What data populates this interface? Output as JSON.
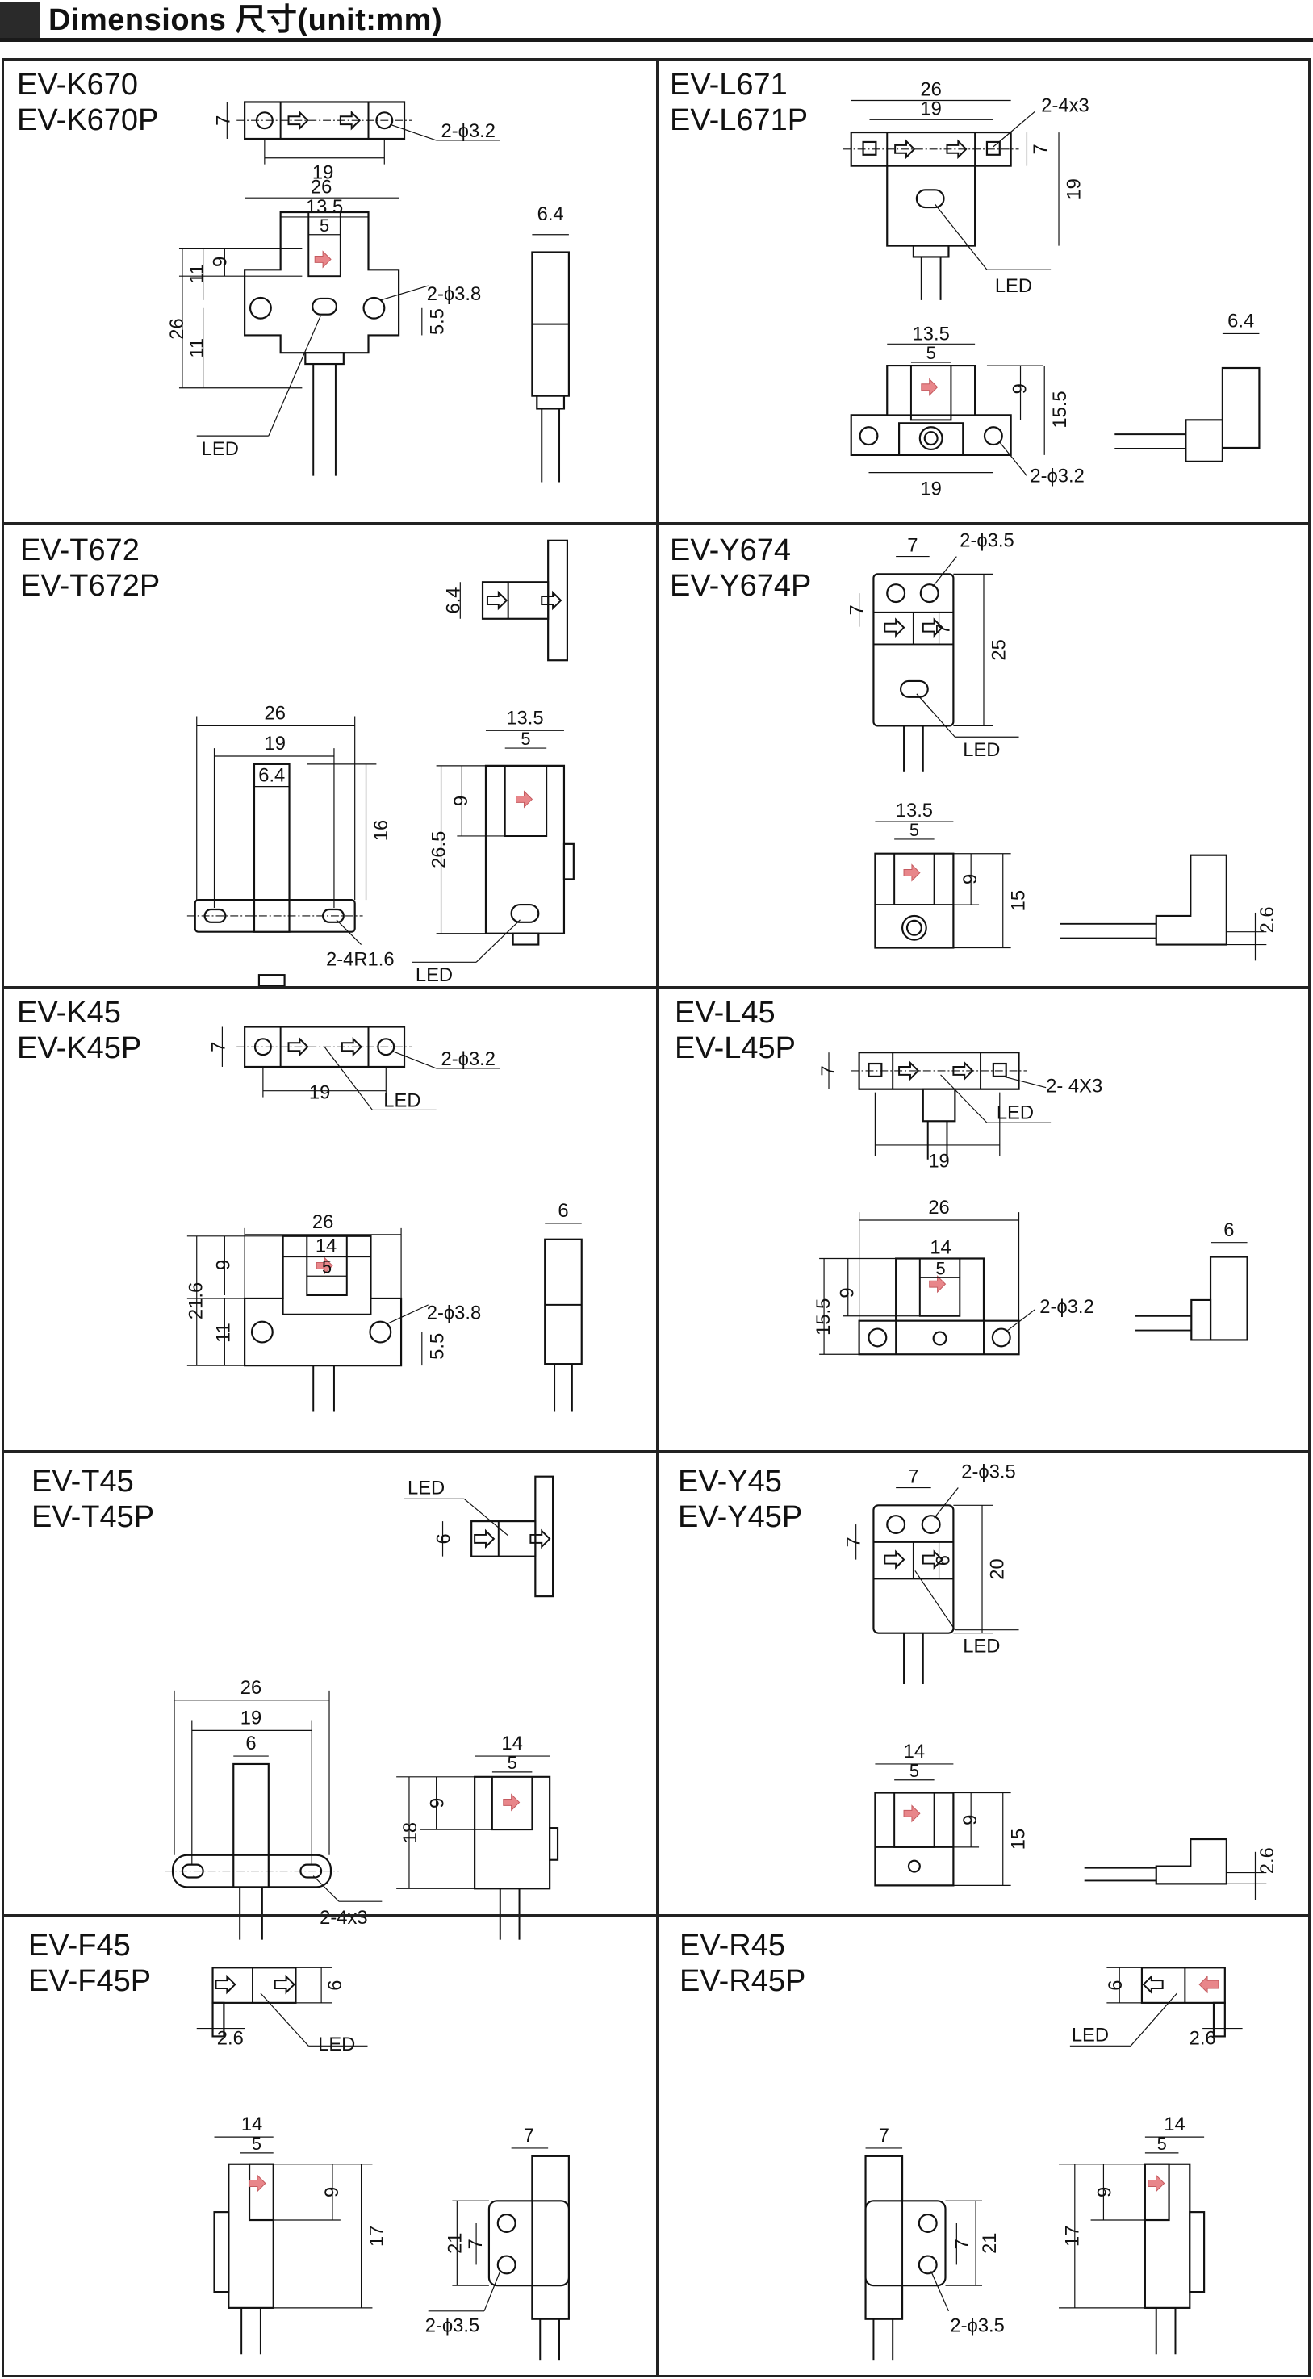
{
  "header": {
    "title": "Dimensions 尺寸(unit:mm)"
  },
  "colors": {
    "led_arrow": "#e8868a",
    "border": "#222222",
    "header_block": "#2a2a2a"
  },
  "cells": {
    "k670": {
      "model": [
        "EV-K670",
        "EV-K670P"
      ],
      "dims": [
        "7",
        "19",
        "2-ϕ3.2",
        "26",
        "13.5",
        "5",
        "11",
        "9",
        "26",
        "11",
        "2-ϕ3.8",
        "5.5",
        "6.4"
      ],
      "led_label": "LED"
    },
    "l671": {
      "model": [
        "EV-L671",
        "EV-L671P"
      ],
      "dims": [
        "26",
        "19",
        "2-4x3",
        "7",
        "19",
        "13.5",
        "5",
        "9",
        "15.5",
        "19",
        "2-ϕ3.2",
        "6.4"
      ],
      "led_label": "LED"
    },
    "t672": {
      "model": [
        "EV-T672",
        "EV-T672P"
      ],
      "dims": [
        "6.4",
        "26",
        "19",
        "6.4",
        "16",
        "2-4R1.6",
        "13.5",
        "5",
        "9",
        "26.5"
      ],
      "led_label": "LED"
    },
    "y674": {
      "model": [
        "EV-Y674",
        "EV-Y674P"
      ],
      "dims": [
        "7",
        "2-ϕ3.5",
        "7",
        "7",
        "25",
        "13.5",
        "5",
        "9",
        "15",
        "2.6"
      ],
      "led_label": "LED"
    },
    "k45": {
      "model": [
        "EV-K45",
        "EV-K45P"
      ],
      "dims": [
        "7",
        "19",
        "2-ϕ3.2",
        "26",
        "14",
        "5",
        "9",
        "21.6",
        "11",
        "2-ϕ3.8",
        "5.5",
        "6"
      ],
      "led_label": "LED"
    },
    "l45": {
      "model": [
        "EV-L45",
        "EV-L45P"
      ],
      "dims": [
        "7",
        "2- 4X3",
        "19",
        "26",
        "14",
        "5",
        "9",
        "15.5",
        "2-ϕ3.2",
        "6"
      ],
      "led_label": "LED"
    },
    "t45": {
      "model": [
        "EV-T45",
        "EV-T45P"
      ],
      "dims": [
        "6",
        "26",
        "19",
        "6",
        "2-4x3",
        "14",
        "5",
        "18",
        "9"
      ],
      "led_label": "LED"
    },
    "y45": {
      "model": [
        "EV-Y45",
        "EV-Y45P"
      ],
      "dims": [
        "7",
        "2-ϕ3.5",
        "7",
        "6",
        "20",
        "14",
        "5",
        "9",
        "15",
        "2.6"
      ],
      "led_label": "LED"
    },
    "f45": {
      "model": [
        "EV-F45",
        "EV-F45P"
      ],
      "dims": [
        "6",
        "2.6",
        "14",
        "5",
        "9",
        "17",
        "7",
        "21",
        "7",
        "2-ϕ3.5"
      ],
      "led_label": "LED"
    },
    "r45": {
      "model": [
        "EV-R45",
        "EV-R45P"
      ],
      "dims": [
        "6",
        "2.6",
        "7",
        "21",
        "7",
        "2-ϕ3.5",
        "14",
        "5",
        "9",
        "17"
      ],
      "led_label": "LED"
    }
  }
}
